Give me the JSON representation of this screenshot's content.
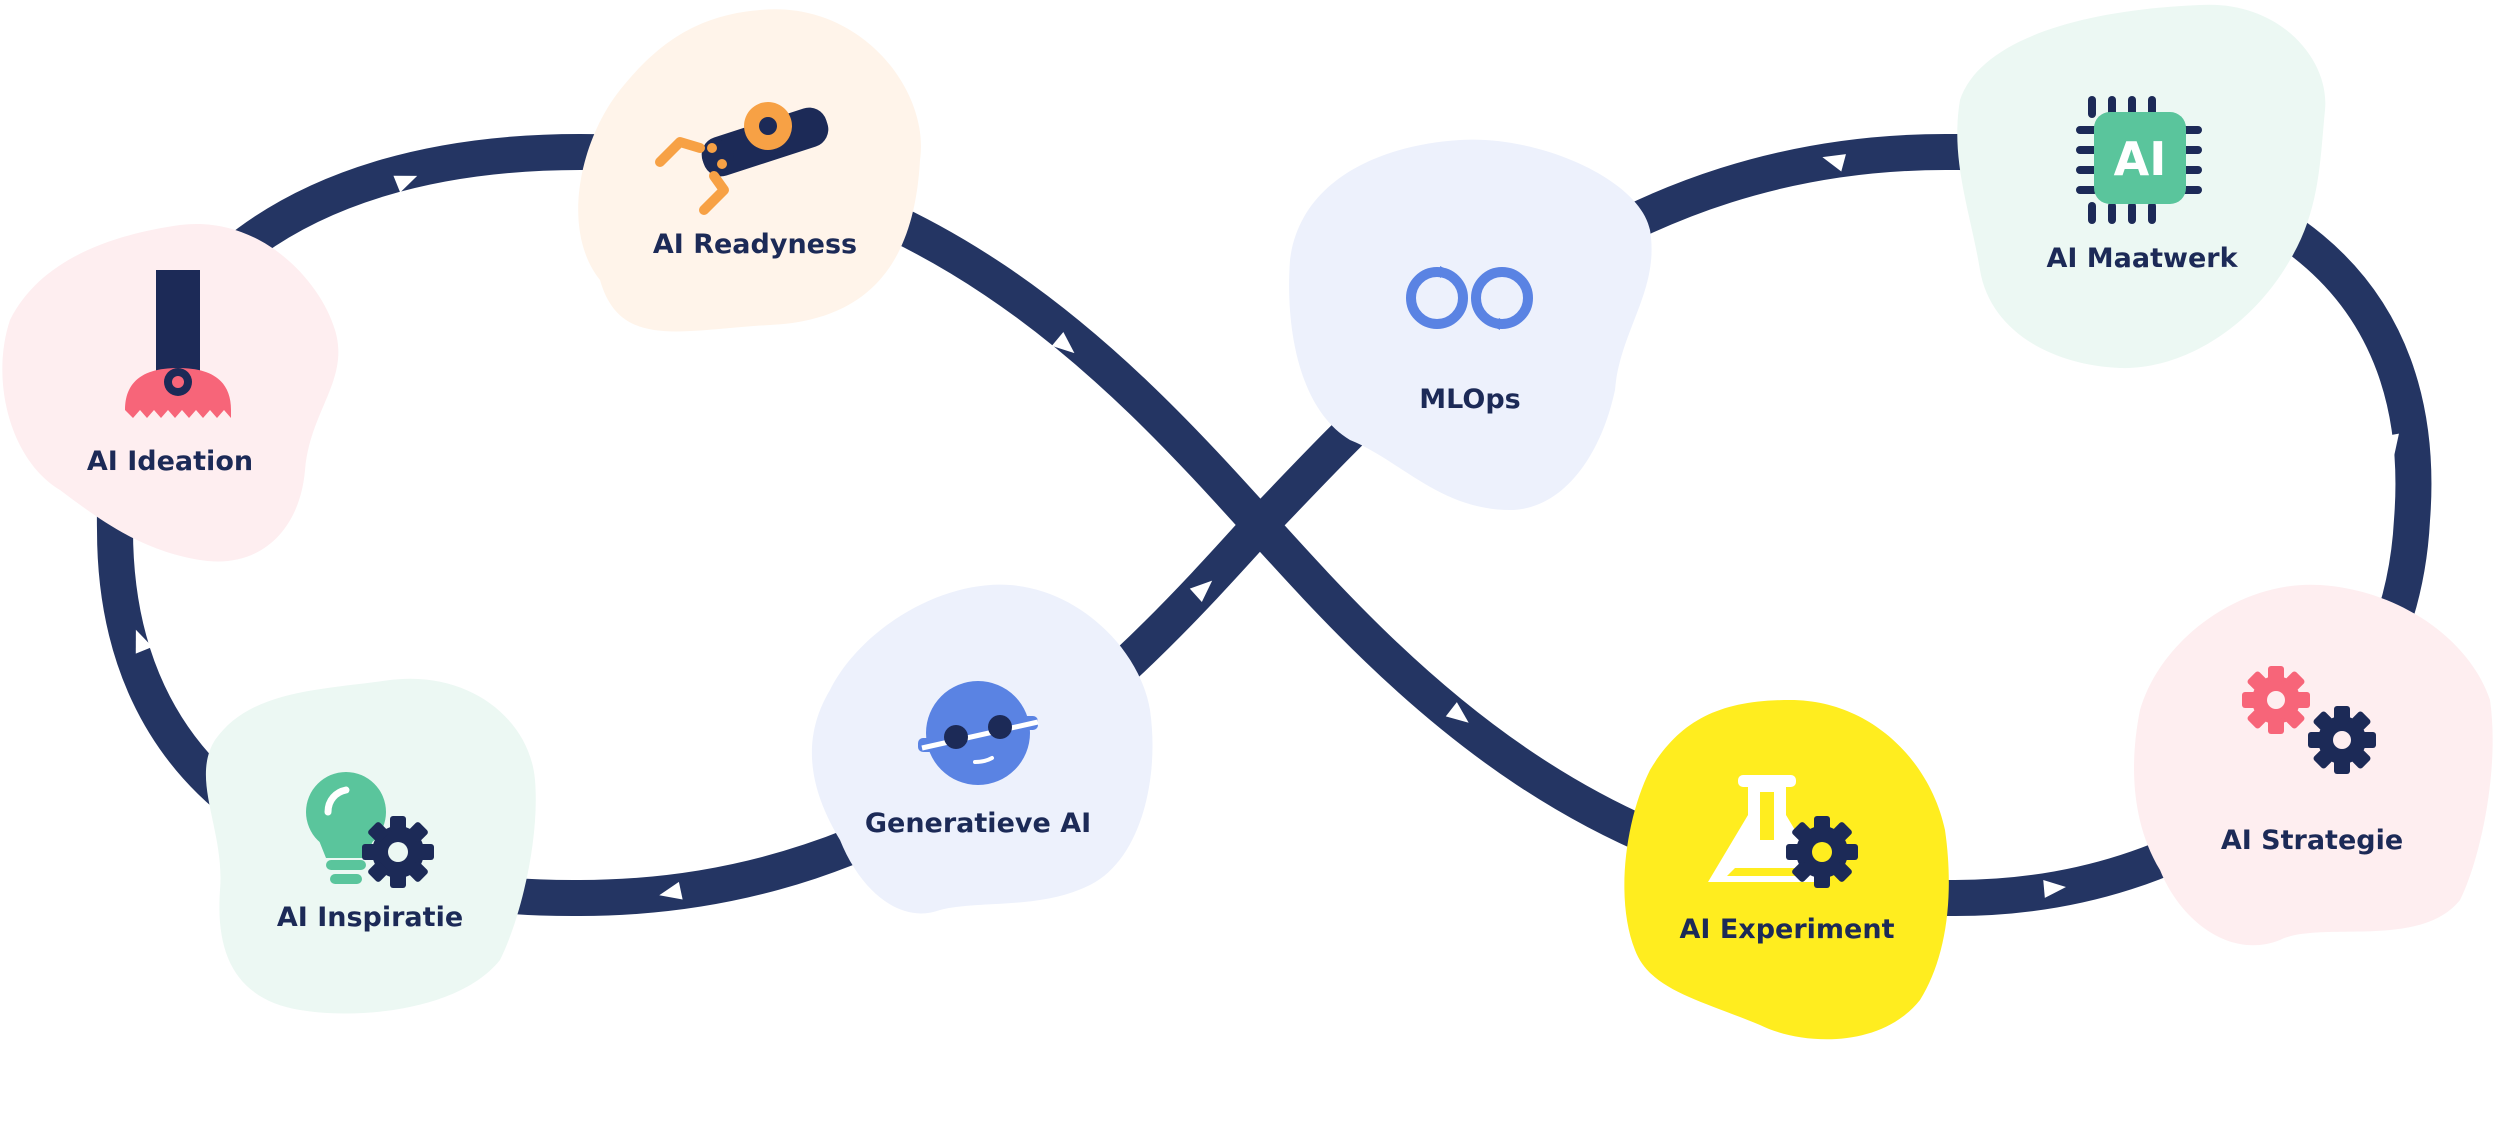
{
  "colors": {
    "track": "#243563",
    "navy": "#1c2a57",
    "arrow": "#ffffff",
    "pink_blob": "#feeef0",
    "peach_blob": "#fff4ea",
    "mint_blob": "#ecf8f3",
    "lavender_blob": "#edf1fc",
    "yellow_blob": "#ffed1f",
    "orange": "#f7a145",
    "coral": "#f76579",
    "green": "#5ac59c",
    "blue": "#5a83e3"
  },
  "nodes": [
    {
      "id": "readyness",
      "label": "AI Readyness",
      "icon": "robot-arm-icon",
      "blob_color": "#fff4ea"
    },
    {
      "id": "ideation",
      "label": "AI Ideation",
      "icon": "brush-icon",
      "blob_color": "#feeef0"
    },
    {
      "id": "inspiratie",
      "label": "AI Inspiratie",
      "icon": "lightbulb-gear-icon",
      "blob_color": "#ecf8f3"
    },
    {
      "id": "generatieve",
      "label": "Generatieve AI",
      "icon": "ai-face-icon",
      "blob_color": "#edf1fc"
    },
    {
      "id": "mlops",
      "label": "MLOps",
      "icon": "infinity-loop-icon",
      "blob_color": "#edf1fc"
    },
    {
      "id": "maatwerk",
      "label": "AI Maatwerk",
      "icon": "ai-chip-icon",
      "chip_text": "AI",
      "blob_color": "#ecf8f3"
    },
    {
      "id": "strategie",
      "label": "AI Strategie",
      "icon": "gears-icon",
      "blob_color": "#feeef0"
    },
    {
      "id": "experiment",
      "label": "AI Experiment",
      "icon": "flask-gear-icon",
      "blob_color": "#ffed1f"
    }
  ]
}
